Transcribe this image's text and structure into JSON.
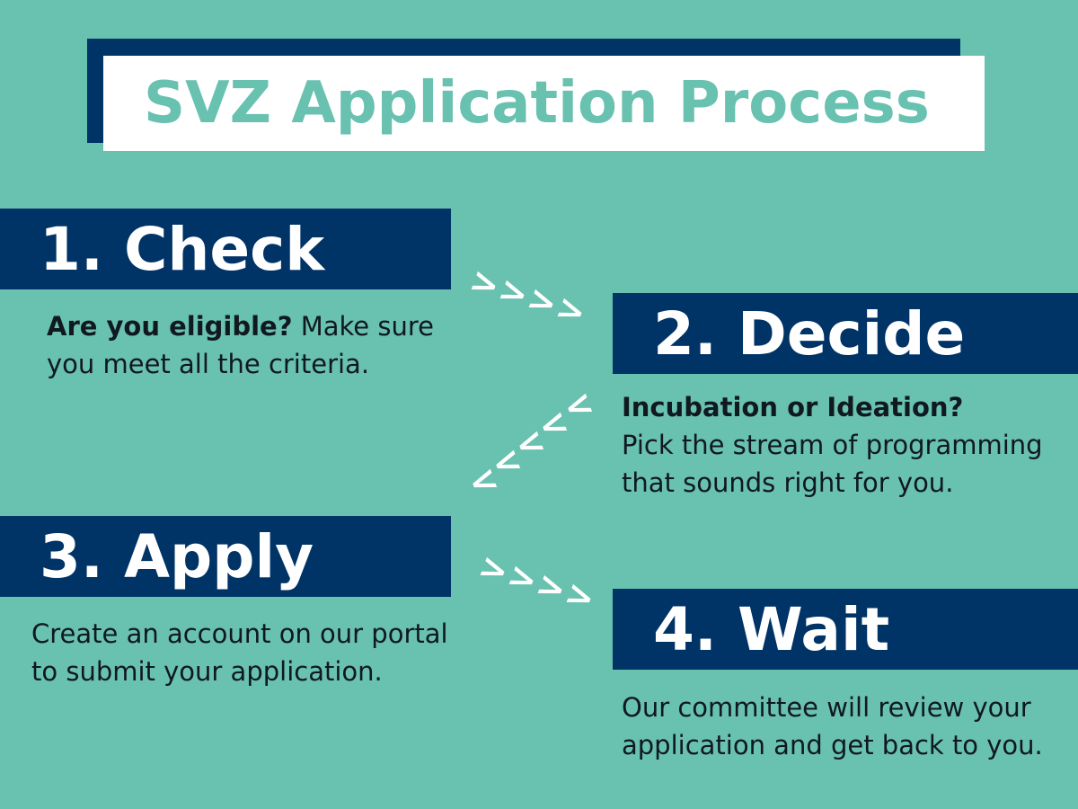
{
  "title": "SVZ Application Process",
  "steps": [
    {
      "label": "1. Check",
      "lead": "Are you eligible?",
      "text": " Make sure you meet all the criteria."
    },
    {
      "label": "2. Decide",
      "lead": "Incubation or Ideation?",
      "text": "Pick the stream of programming that sounds right for you."
    },
    {
      "label": "3. Apply",
      "lead": "",
      "text": "Create an account on our portal to submit your application."
    },
    {
      "label": "4. Wait",
      "lead": "",
      "text": "Our committee will review your application and get back to you."
    }
  ],
  "arrows": {
    "right": ">",
    "left": "<"
  },
  "colors": {
    "background": "#69c1b0",
    "navy": "#003366",
    "white": "#ffffff",
    "title_text": "#69c1b0"
  }
}
